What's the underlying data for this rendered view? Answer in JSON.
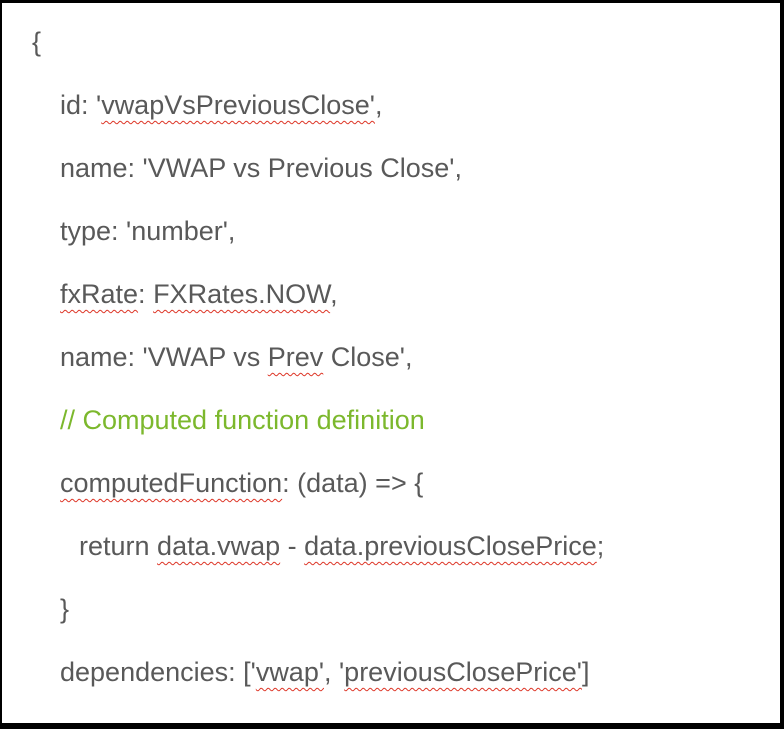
{
  "colors": {
    "code_text": "#595959",
    "comment_text": "#7cb82d",
    "spellcheck_squiggle": "#dd3526",
    "frame_border": "#000000",
    "background": "#ffffff"
  },
  "code_block": {
    "language_hint": "javascript-object-literal",
    "lines": [
      {
        "indent": 0,
        "segments": [
          {
            "text": "{"
          }
        ]
      },
      {
        "indent": 1,
        "segments": [
          {
            "text": "id: '"
          },
          {
            "text": "vwapVsPreviousClose'",
            "misspelled": true
          },
          {
            "text": ","
          }
        ]
      },
      {
        "indent": 1,
        "segments": [
          {
            "text": "name: 'VWAP vs Previous Close',"
          }
        ]
      },
      {
        "indent": 1,
        "segments": [
          {
            "text": "type: 'number',"
          }
        ]
      },
      {
        "indent": 1,
        "segments": [
          {
            "text": "fxRate",
            "misspelled": true
          },
          {
            "text": ": "
          },
          {
            "text": "FXRates.NOW",
            "misspelled": true
          },
          {
            "text": ","
          }
        ]
      },
      {
        "indent": 1,
        "segments": [
          {
            "text": "name: 'VWAP vs "
          },
          {
            "text": "Prev",
            "misspelled": true
          },
          {
            "text": " Close',"
          }
        ]
      },
      {
        "indent": 1,
        "segments": [
          {
            "text": "// Computed function definition",
            "comment": true
          }
        ]
      },
      {
        "indent": 1,
        "segments": [
          {
            "text": "computedFunction",
            "misspelled": true
          },
          {
            "text": ": (data) => {"
          }
        ]
      },
      {
        "indent": 2,
        "segments": [
          {
            "text": "return "
          },
          {
            "text": "data.vwap",
            "misspelled": true
          },
          {
            "text": " - "
          },
          {
            "text": "data.previousClosePrice",
            "misspelled": true
          },
          {
            "text": ";"
          }
        ]
      },
      {
        "indent": 1,
        "segments": [
          {
            "text": "}"
          }
        ]
      },
      {
        "indent": 1,
        "segments": [
          {
            "text": "dependencies: ['"
          },
          {
            "text": "vwap'",
            "misspelled": true
          },
          {
            "text": ", '"
          },
          {
            "text": "previousClosePrice'",
            "misspelled": true
          },
          {
            "text": "]"
          }
        ]
      }
    ]
  }
}
